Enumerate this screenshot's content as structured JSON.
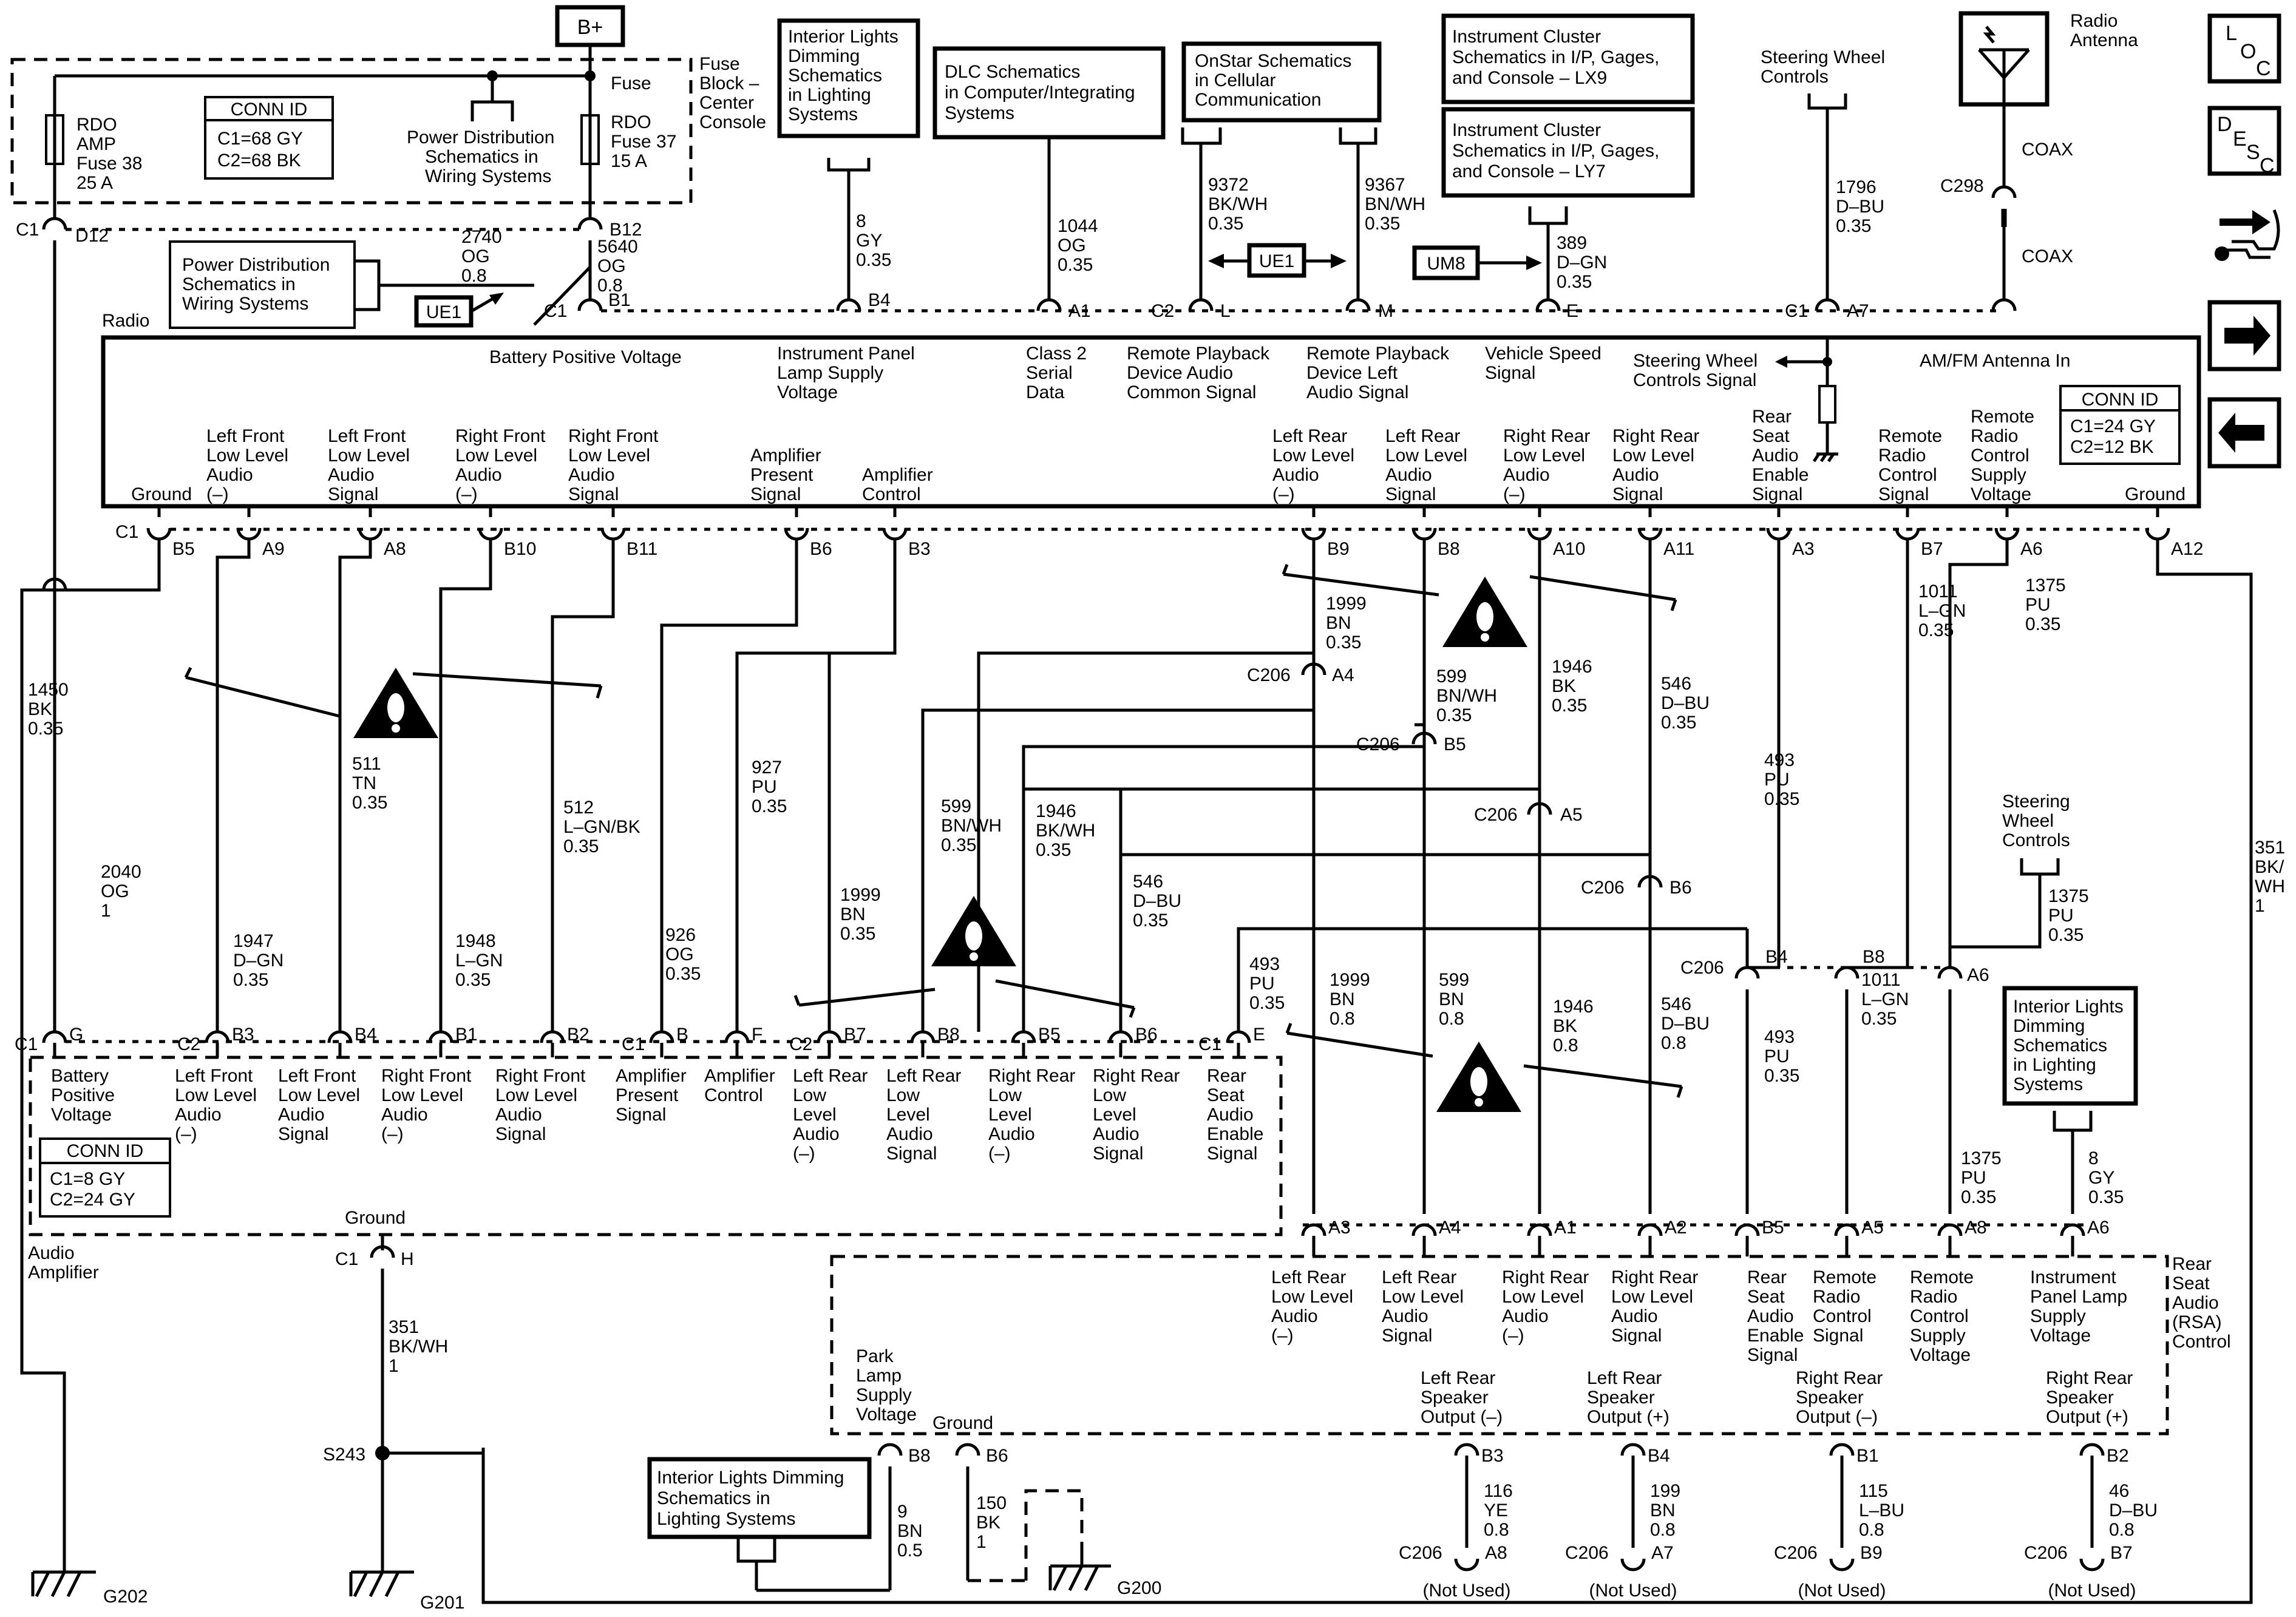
{
  "power": {
    "bplus": "B+",
    "fuse_block": [
      "Fuse",
      "Block –",
      "Center",
      "Console"
    ],
    "fuse38": [
      "RDO",
      "AMP",
      "Fuse 38",
      "25 A"
    ],
    "fuse37": [
      "RDO",
      "Fuse 37",
      "15 A"
    ],
    "conn_id_title": "CONN ID",
    "fuse_conn": [
      "C1=68 GY",
      "C2=68 BK"
    ],
    "pd_ref1": [
      "Power Distribution",
      "Schematics in",
      "Wiring  Systems"
    ],
    "pd_ref2": [
      "Power Distribution",
      "Schematics in",
      "Wiring Systems"
    ],
    "ue1": "UE1",
    "um8": "UM8",
    "radio_label": "Radio"
  },
  "refs": {
    "interior1": [
      "Interior Lights",
      "Dimming",
      "Schematics",
      "in Lighting",
      "Systems"
    ],
    "dlc": [
      "DLC Schematics",
      "in Computer/Integrating",
      "Systems"
    ],
    "onstar": [
      "OnStar Schematics",
      "in Cellular",
      "Communication"
    ],
    "ic_lx9": [
      "Instrument Cluster",
      "Schematics in I/P, Gages,",
      "and Console – LX9"
    ],
    "ic_ly7": [
      "Instrument Cluster",
      "Schematics in I/P, Gages,",
      "and Console – LY7"
    ],
    "swc_top": [
      "Steering Wheel",
      "Controls"
    ],
    "antenna": [
      "Radio",
      "Antenna"
    ],
    "coax": "COAX",
    "swc_right": [
      "Steering",
      "Wheel",
      "Controls"
    ],
    "interior2": [
      "Interior Lights",
      "Dimming",
      "Schematics",
      "in Lighting",
      "Systems"
    ],
    "interior3": [
      "Interior Lights Dimming",
      "Schematics in",
      "Lighting Systems"
    ]
  },
  "radio": {
    "top_functions": {
      "battery": "Battery Positive Voltage",
      "ip_lamp": [
        "Instrument Panel",
        "Lamp Supply",
        "Voltage"
      ],
      "class2": [
        "Class 2",
        "Serial",
        "Data"
      ],
      "rp_common": [
        "Remote Playback",
        "Device Audio",
        "Common Signal"
      ],
      "rp_left": [
        "Remote Playback",
        "Device Left",
        "Audio Signal"
      ],
      "vss": [
        "Vehicle Speed",
        "Signal"
      ],
      "swc": [
        "Steering Wheel",
        "Controls Signal"
      ],
      "antenna_in": "AM/FM Antenna In"
    },
    "conn_id": [
      "C1=24 GY",
      "C2=12 BK"
    ],
    "bottom_functions": [
      [
        "Ground"
      ],
      [
        "Left Front",
        "Low Level",
        "Audio",
        "(–)"
      ],
      [
        "Left Front",
        "Low Level",
        "Audio",
        "Signal"
      ],
      [
        "Right Front",
        "Low Level",
        "Audio",
        "(–)"
      ],
      [
        "Right Front",
        "Low Level",
        "Audio",
        "Signal"
      ],
      [
        "Amplifier",
        "Present",
        "Signal"
      ],
      [
        "Amplifier",
        "Control"
      ],
      [
        "Left Rear",
        "Low Level",
        "Audio",
        "(–)"
      ],
      [
        "Left Rear",
        "Low Level",
        "Audio",
        "Signal"
      ],
      [
        "Right Rear",
        "Low Level",
        "Audio",
        "(–)"
      ],
      [
        "Right Rear",
        "Low Level",
        "Audio",
        "Signal"
      ],
      [
        "Rear",
        "Seat",
        "Audio",
        "Enable",
        "Signal"
      ],
      [
        "Remote",
        "Radio",
        "Control",
        "Signal"
      ],
      [
        "Remote",
        "Radio",
        "Control",
        "Supply",
        "Voltage"
      ],
      [
        "Ground"
      ]
    ]
  },
  "amplifier": {
    "name": [
      "Audio",
      "Amplifier"
    ],
    "functions": [
      [
        "Battery",
        "Positive",
        "Voltage"
      ],
      [
        "Left Front",
        "Low Level",
        "Audio",
        "(–)"
      ],
      [
        "Left Front",
        "Low Level",
        "Audio",
        "Signal"
      ],
      [
        "Right Front",
        "Low Level",
        "Audio",
        "(–)"
      ],
      [
        "Right Front",
        "Low Level",
        "Audio",
        "Signal"
      ],
      [
        "Amplifier",
        "Present",
        "Signal"
      ],
      [
        "Amplifier",
        "Control"
      ],
      [
        "Left Rear",
        "Low",
        "Level",
        "Audio",
        "(–)"
      ],
      [
        "Left Rear",
        "Low",
        "Level",
        "Audio",
        "Signal"
      ],
      [
        "Right Rear",
        "Low",
        "Level",
        "Audio",
        "(–)"
      ],
      [
        "Right Rear",
        "Low",
        "Level",
        "Audio",
        "Signal"
      ],
      [
        "Rear",
        "Seat",
        "Audio",
        "Enable",
        "Signal"
      ]
    ],
    "conn_id": [
      "C1=8 GY",
      "C2=24 GY"
    ],
    "ground": "Ground"
  },
  "rsa": {
    "name": [
      "Rear",
      "Seat",
      "Audio",
      "(RSA)",
      "Control"
    ],
    "top_functions": [
      [
        "Left Rear",
        "Low Level",
        "Audio",
        "(–)"
      ],
      [
        "Left Rear",
        "Low Level",
        "Audio",
        "Signal"
      ],
      [
        "Right Rear",
        "Low Level",
        "Audio",
        "(–)"
      ],
      [
        "Right Rear",
        "Low Level",
        "Audio",
        "Signal"
      ],
      [
        "Rear",
        "Seat",
        "Audio",
        "Enable",
        "Signal"
      ],
      [
        "Remote",
        "Radio",
        "Control",
        "Signal"
      ],
      [
        "Remote",
        "Radio",
        "Control",
        "Supply",
        "Voltage"
      ],
      [
        "Instrument",
        "Panel Lamp",
        "Supply",
        "Voltage"
      ]
    ],
    "park_lamp": [
      "Park",
      "Lamp",
      "Supply",
      "Voltage"
    ],
    "ground": "Ground",
    "speakers": [
      [
        "Left Rear",
        "Speaker",
        "Output (–)"
      ],
      [
        "Left Rear",
        "Speaker",
        "Output (+)"
      ],
      [
        "Right Rear",
        "Speaker",
        "Output (–)"
      ],
      [
        "Right Rear",
        "Speaker",
        "Output (+)"
      ]
    ],
    "not_used": "(Not Used)"
  },
  "wires": {
    "w2740": [
      "2740",
      "OG",
      "0.8"
    ],
    "w5640": [
      "5640",
      "OG",
      "0.8"
    ],
    "w8": [
      "8",
      "GY",
      "0.35"
    ],
    "w1044": [
      "1044",
      "OG",
      "0.35"
    ],
    "w9372": [
      "9372",
      "BK/WH",
      "0.35"
    ],
    "w9367": [
      "9367",
      "BN/WH",
      "0.35"
    ],
    "w389": [
      "389",
      "D–GN",
      "0.35"
    ],
    "w1796": [
      "1796",
      "D–BU",
      "0.35"
    ],
    "w1450": [
      "1450",
      "BK",
      "0.35"
    ],
    "w2040": [
      "2040",
      "OG",
      "1"
    ],
    "w1947": [
      "1947",
      "D–GN",
      "0.35"
    ],
    "w511": [
      "511",
      "TN",
      "0.35"
    ],
    "w1948": [
      "1948",
      "L–GN",
      "0.35"
    ],
    "w512": [
      "512",
      "L–GN/BK",
      "0.35"
    ],
    "w926": [
      "926",
      "OG",
      "0.35"
    ],
    "w927": [
      "927",
      "PU",
      "0.35"
    ],
    "w1999a": [
      "1999",
      "BN",
      "0.35"
    ],
    "w599a": [
      "599",
      "BN/WH",
      "0.35"
    ],
    "w1946a": [
      "1946",
      "BK/WH",
      "0.35"
    ],
    "w546a": [
      "546",
      "D–BU",
      "0.35"
    ],
    "w493a": [
      "493",
      "PU",
      "0.35"
    ],
    "w1999b": [
      "1999",
      "BN",
      "0.35"
    ],
    "w599b": [
      "599",
      "BN/WH",
      "0.35"
    ],
    "w1946b": [
      "1946",
      "BK",
      "0.35"
    ],
    "w546b": [
      "546",
      "D–BU",
      "0.35"
    ],
    "w493b": [
      "493",
      "PU",
      "0.35"
    ],
    "w1011": [
      "1011",
      "L–GN",
      "0.35"
    ],
    "w1375a": [
      "1375",
      "PU",
      "0.35"
    ],
    "w1375b": [
      "1375",
      "PU",
      "0.35"
    ],
    "w1999c": [
      "1999",
      "BN",
      "0.8"
    ],
    "w599c": [
      "599",
      "BN",
      "0.8"
    ],
    "w1946c": [
      "1946",
      "BK",
      "0.8"
    ],
    "w546c": [
      "546",
      "D–BU",
      "0.8"
    ],
    "w493c": [
      "493",
      "PU",
      "0.35"
    ],
    "w1011b": [
      "1011",
      "L–GN",
      "0.35"
    ],
    "w1375c": [
      "1375",
      "PU",
      "0.35"
    ],
    "w8b": [
      "8",
      "GY",
      "0.35"
    ],
    "w351a": [
      "351",
      "BK/WH",
      "1"
    ],
    "w351b": [
      "351",
      "BK/",
      "WH",
      "1"
    ],
    "w9": [
      "9",
      "BN",
      "0.5"
    ],
    "w150": [
      "150",
      "BK",
      "1"
    ],
    "w116": [
      "116",
      "YE",
      "0.8"
    ],
    "w199": [
      "199",
      "BN",
      "0.8"
    ],
    "w115": [
      "115",
      "L–BU",
      "0.8"
    ],
    "w46": [
      "46",
      "D–BU",
      "0.8"
    ]
  },
  "connectors": {
    "c1": "C1",
    "c2": "C2",
    "c206": "C206",
    "c298": "C298",
    "s243": "S243",
    "g200": "G200",
    "g201": "G201",
    "g202": "G202",
    "pins": {
      "d12": "D12",
      "b12": "B12",
      "b1": "B1",
      "b4": "B4",
      "a1": "A1",
      "l": "L",
      "m": "M",
      "e": "E",
      "a7": "A7",
      "b5": "B5",
      "a9": "A9",
      "a8": "A8",
      "b10": "B10",
      "b11": "B11",
      "b6": "B6",
      "b3": "B3",
      "b9": "B9",
      "b8": "B8",
      "a10": "A10",
      "a11": "A11",
      "a3": "A3",
      "b7": "B7",
      "a6": "A6",
      "a12": "A12",
      "g": "G",
      "b2": "B2",
      "b": "B",
      "f": "F",
      "h": "H",
      "a4": "A4",
      "a5": "A5",
      "a2": "A2"
    }
  },
  "nav": {
    "loc": "LOC",
    "desc": "DESC"
  }
}
